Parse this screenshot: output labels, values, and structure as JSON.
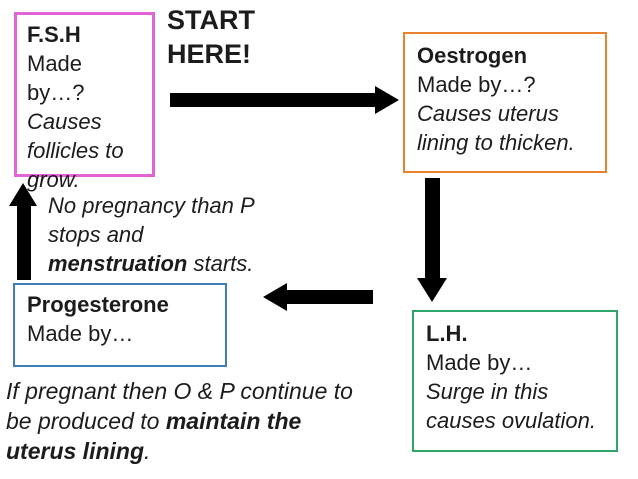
{
  "start_label": "START HERE!",
  "colors": {
    "background": "#FFFFFF",
    "text": "#1C1C1C",
    "arrow": "#000000",
    "fsh_border": "#E263D6",
    "oestrogen_border": "#E8802F",
    "lh_border": "#2FA56A",
    "progesterone_border": "#3D7EBB"
  },
  "boxes": {
    "fsh": {
      "title": "F.S.H",
      "made_by": "Made by…?",
      "effect": "Causes follicles to grow.",
      "border_color": "#E263D6"
    },
    "oestrogen": {
      "title": "Oestrogen",
      "made_by": "Made by…?",
      "effect": "Causes uterus lining to thicken.",
      "border_color": "#E8802F"
    },
    "lh": {
      "title": "L.H.",
      "made_by": "Made by…",
      "effect": "Surge in this causes ovulation.",
      "border_color": "#2FA56A"
    },
    "progesterone": {
      "title": "Progesterone",
      "made_by": "Made by…",
      "border_color": "#3D7EBB"
    }
  },
  "arrows": {
    "start_to_oestrogen": "right",
    "oestrogen_to_lh": "down",
    "lh_to_progesterone": "left",
    "progesterone_to_fsh": "up"
  },
  "annotations": {
    "no_pregnancy": {
      "pre": "No pregnancy than P stops and ",
      "bold": "menstruation",
      "post": " starts."
    },
    "if_pregnant": {
      "pre": "If pregnant then O & P continue to be produced to ",
      "bold": "maintain the uterus lining",
      "post": "."
    }
  }
}
